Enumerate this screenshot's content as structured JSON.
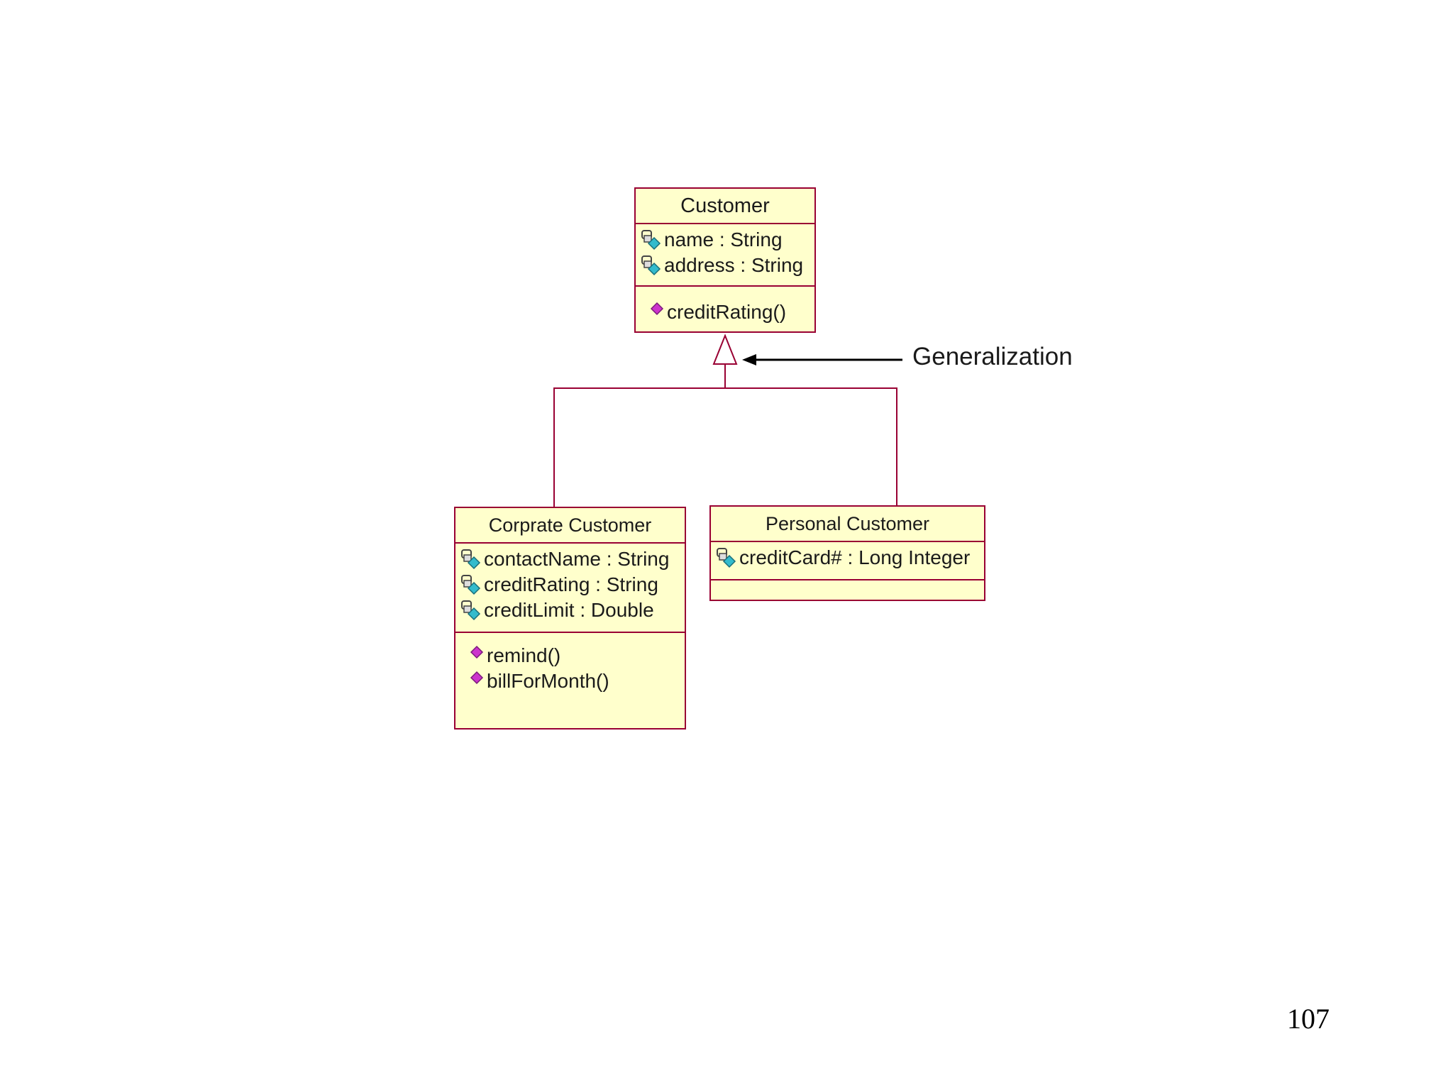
{
  "diagram": {
    "classes": {
      "customer": {
        "name": "Customer",
        "attributes": [
          "name : String",
          "address : String"
        ],
        "operations": [
          "creditRating()"
        ]
      },
      "corporate": {
        "name": "Corprate Customer",
        "attributes": [
          "contactName : String",
          "creditRating : String",
          "creditLimit : Double"
        ],
        "operations": [
          "remind()",
          "billForMonth()"
        ]
      },
      "personal": {
        "name": "Personal Customer",
        "attributes": [
          "creditCard# : Long Integer"
        ],
        "operations": []
      }
    },
    "annotation": "Generalization",
    "relationships": [
      {
        "type": "generalization",
        "from": "Corprate Customer",
        "to": "Customer"
      },
      {
        "type": "generalization",
        "from": "Personal Customer",
        "to": "Customer"
      }
    ],
    "colors": {
      "class_fill": "#ffffcc",
      "class_border": "#990033",
      "attribute_icon": "#33bbcc",
      "operation_icon": "#cc33cc"
    },
    "icons": {
      "attribute": "private-attribute-icon",
      "operation": "public-operation-icon"
    }
  },
  "page_number": "107"
}
